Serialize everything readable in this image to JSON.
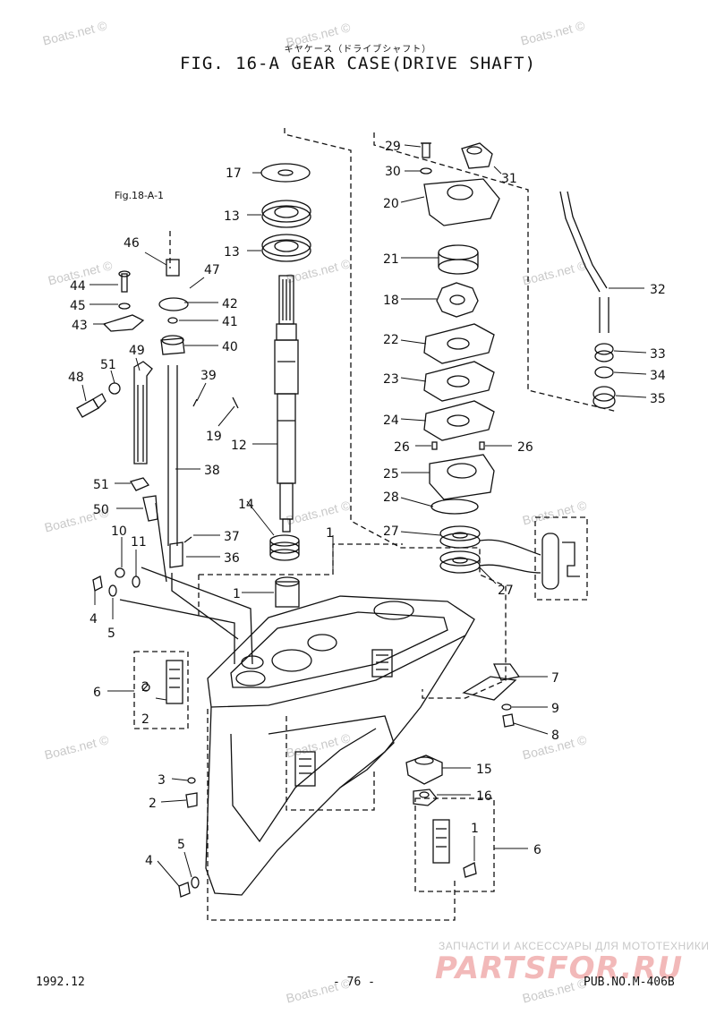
{
  "title_jp": "ギヤケース（ドライブシャフト）",
  "title": "FIG. 16-A GEAR CASE(DRIVE SHAFT)",
  "ref_label": "Fig.18-A-1",
  "watermark": "Boats.net ©",
  "brand_subtitle": "ЗАПЧАСТИ И АКСЕССУАРЫ ДЛЯ МОТОТЕХНИКИ",
  "brand": "PARTSFOR.RU",
  "footer": {
    "date": "1992.12",
    "page": "- 76 -",
    "pub": "PUB.NO.M-406B"
  },
  "callouts": {
    "c1": "1",
    "c2": "2",
    "c3": "3",
    "c4": "4",
    "c5": "5",
    "c6": "6",
    "c7": "7",
    "c8": "8",
    "c9": "9",
    "c10": "10",
    "c11": "11",
    "c12": "12",
    "c13": "13",
    "c14": "14",
    "c15": "15",
    "c16": "16",
    "c17": "17",
    "c18": "18",
    "c19": "19",
    "c20": "20",
    "c21": "21",
    "c22": "22",
    "c23": "23",
    "c24": "24",
    "c25": "25",
    "c26": "26",
    "c27": "27",
    "c28": "28",
    "c29": "29",
    "c30": "30",
    "c31": "31",
    "c32": "32",
    "c33": "33",
    "c34": "34",
    "c35": "35",
    "c36": "36",
    "c37": "37",
    "c38": "38",
    "c39": "39",
    "c40": "40",
    "c41": "41",
    "c42": "42",
    "c43": "43",
    "c44": "44",
    "c45": "45",
    "c46": "46",
    "c47": "47",
    "c48": "48",
    "c49": "49",
    "c50": "50",
    "c51": "51"
  }
}
